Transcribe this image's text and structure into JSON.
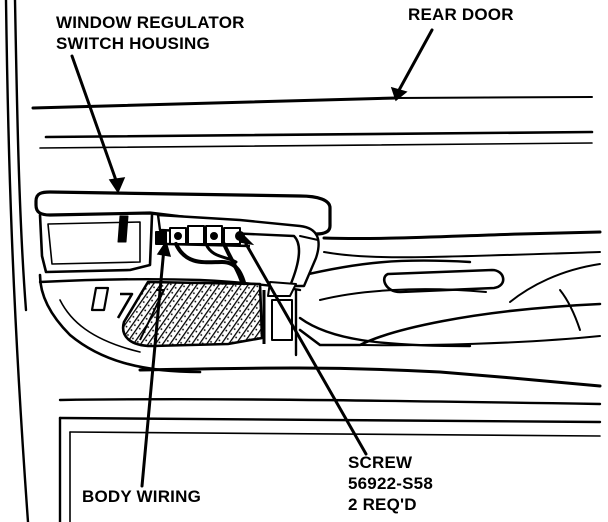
{
  "diagram": {
    "labels": {
      "housing_line1": "WINDOW REGULATOR",
      "housing_line2": "SWITCH HOUSING",
      "rear_door": "REAR DOOR",
      "screw_line1": "SCREW",
      "screw_line2": "56922-S58",
      "screw_line3": "2 REQ'D",
      "body_wiring": "BODY WIRING"
    },
    "colors": {
      "ink": "#000000",
      "paper": "#ffffff"
    }
  }
}
